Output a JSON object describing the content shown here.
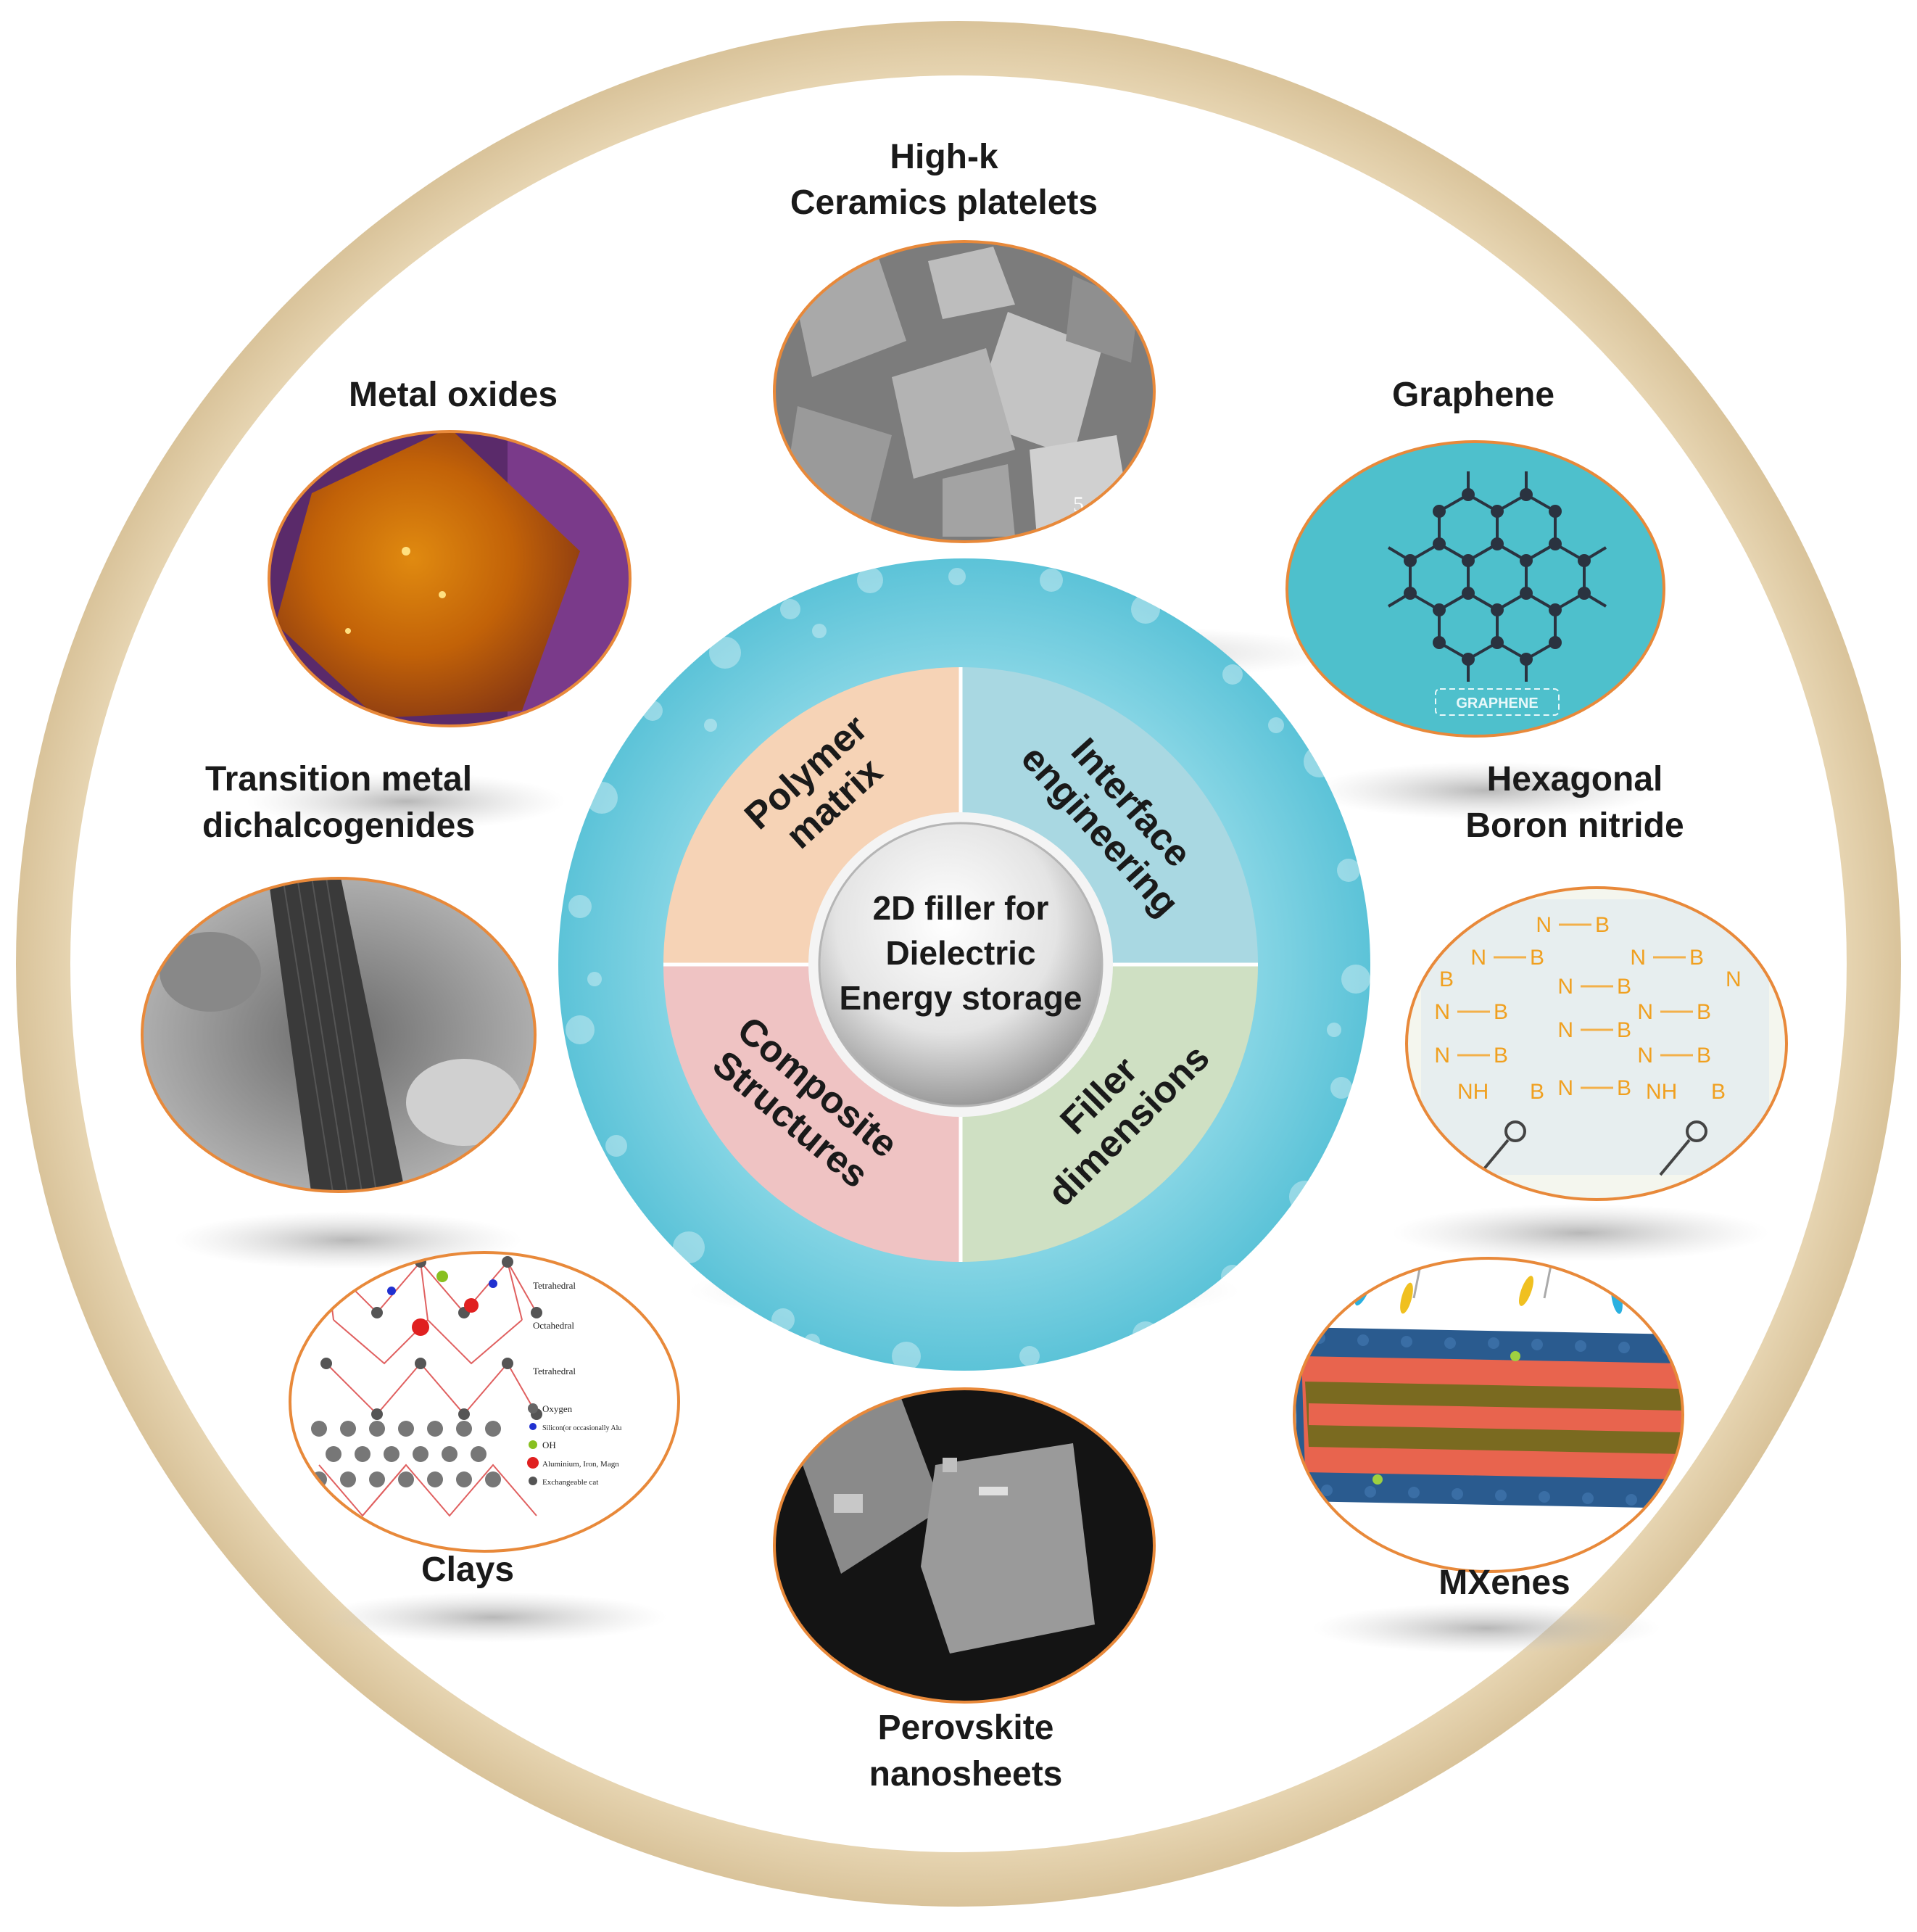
{
  "center": {
    "line1": "2D filler for",
    "line2": "Dielectric",
    "line3": "Energy storage"
  },
  "quadrants": {
    "polymer": {
      "line1": "Polymer",
      "line2": "matrix"
    },
    "interface": {
      "line1": "Interface",
      "line2": "engineering"
    },
    "composite": {
      "line1": "Composite",
      "line2": "Structures"
    },
    "filler": {
      "line1": "Filler",
      "line2": "dimensions"
    }
  },
  "fillers": {
    "ceramics": {
      "line1": "High-k",
      "line2": "Ceramics platelets",
      "scale": "5"
    },
    "metal_oxides": {
      "label": "Metal oxides"
    },
    "graphene": {
      "label": "Graphene",
      "tag": "GRAPHENE"
    },
    "tmd": {
      "line1": "Transition metal",
      "line2": "dichalcogenides"
    },
    "hbn": {
      "line1": "Hexagonal",
      "line2": "Boron nitride",
      "atom_n": "N",
      "atom_b": "B",
      "atom_nh": "NH"
    },
    "clays": {
      "label": "Clays",
      "legend": [
        "Tetrahedral",
        "Octahedral",
        "Tetrahedral"
      ],
      "key": [
        "Oxygen",
        "Silicon(or occasionally Alu",
        "OH",
        "Aluminium, Iron, Magn",
        "Exchangeable cat"
      ]
    },
    "mxenes": {
      "label": "MXenes"
    },
    "perovskite": {
      "line1": "Perovskite",
      "line2": "nanosheets"
    }
  },
  "colors": {
    "ring": "#e6d3ae",
    "water": "#7ed3e3",
    "polymer": "#f6d3b6",
    "interface": "#a9d8e2",
    "composite": "#efc3c3",
    "filler": "#cfe0c3",
    "frame": "#e8893a"
  }
}
